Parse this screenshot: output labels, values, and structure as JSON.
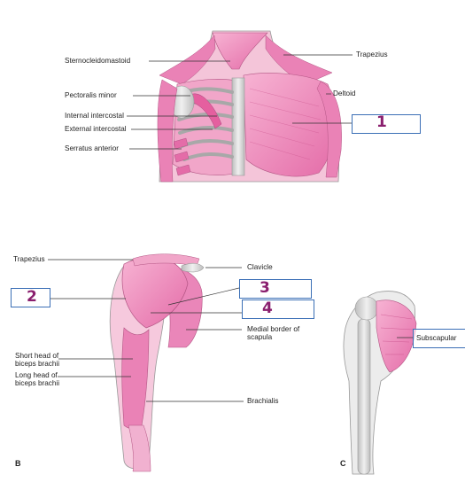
{
  "panel_a": {
    "labels": {
      "sternocleidomastoid": "Sternocleidomastoid",
      "trapezius": "Trapezius",
      "pectoralis_minor": "Pectoralis minor",
      "deltoid": "Deltoid",
      "internal_intercostal": "Internal intercostal",
      "external_intercostal": "External intercostal",
      "serratus_anterior": "Serratus anterior"
    },
    "answer_box": {
      "handwritten": "1"
    }
  },
  "panel_b": {
    "letter": "B",
    "labels": {
      "trapezius": "Trapezius",
      "clavicle": "Clavicle",
      "medial_border": "Medial border of scapula",
      "short_head": "Short head of biceps brachii",
      "long_head": "Long head of biceps brachii",
      "brachialis": "Brachialis"
    },
    "answer_boxes": [
      {
        "handwritten": "2"
      },
      {
        "handwritten": "3"
      },
      {
        "handwritten": "4"
      }
    ]
  },
  "panel_c": {
    "letter": "C",
    "labels": {
      "subscapularis": "Subscapular"
    }
  },
  "colors": {
    "muscle": "#ef8fbf",
    "muscle_dark": "#d9609c",
    "bone": "#d9d9d9",
    "box_border": "#3b6fb6",
    "handwriting": "#8a1f6e"
  }
}
